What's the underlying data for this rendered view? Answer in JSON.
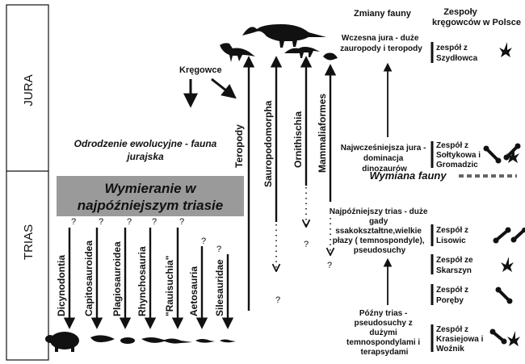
{
  "periods": {
    "jura": "JURA",
    "trias": "TRIAS"
  },
  "header": {
    "kregowce": "Kręgowce",
    "zmiany_fauny": "Zmiany fauny",
    "zespoly_line1": "Zespoły",
    "zespoly_line2": "kręgowców w Polsce"
  },
  "odrodzenie": {
    "line1": "Odrodzenie ewolucyjne - fauna",
    "line2": "jurajska"
  },
  "wymieranie": {
    "line1": "Wymieranie w",
    "line2": "najpóźniejszym triasie"
  },
  "extinct_groups": [
    "Dicynodontia",
    "Capitosauroidea",
    "Plagiosauroidea",
    "Rhynchosauria",
    "\"Rauisuchia\"",
    "Aetosauria",
    "Silesauridae"
  ],
  "surviving_groups": [
    "Teropody",
    "Sauropodomorpha",
    "Ornithischia",
    "Mammaliaformes"
  ],
  "question_mark": "?",
  "fauna_changes": {
    "early_jura": [
      "Wczesna jura - duże",
      "zauropody i teropody"
    ],
    "earliest_jura": [
      "Najwcześniejsza jura -",
      "dominacja",
      "dinozaurów"
    ],
    "wymiana": "Wymiana fauny",
    "latest_trias": [
      "Najpóźniejszy trias - duże",
      "gady",
      "ssakokształtne,wielkie",
      "płazy ( temnospondyle),",
      "pseudosuchy"
    ],
    "late_trias": [
      "Późny trias -",
      "pseudosuchy z",
      "dużymi",
      "temnospondylami i",
      "terapsydami"
    ]
  },
  "assemblages": [
    [
      "zespół z",
      "Szydłowca"
    ],
    [
      "Zespół z",
      "Sołtykowa i",
      "Gromadzic"
    ],
    [
      "Zespół z",
      "Lisowic"
    ],
    [
      "Zespół ze",
      "Skarszyn"
    ],
    [
      "Zespół z",
      "Poręby"
    ],
    [
      "Zespół z",
      "Krasiejowa i",
      "Woźnik"
    ]
  ],
  "icons": [
    "footprint-icon",
    "bone-icon",
    "dinosaur-silhouette-icon",
    "animal-silhouette-icon"
  ],
  "colors": {
    "box_fill": "#9a9a9a",
    "ink": "#111111",
    "dashed": "#666666"
  }
}
